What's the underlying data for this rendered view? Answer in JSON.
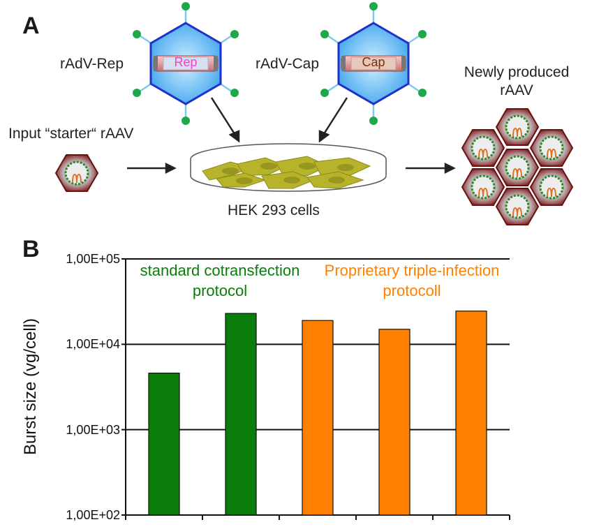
{
  "panels": {
    "a": "A",
    "b": "B"
  },
  "diagram": {
    "rep_vector_label": "rAdV-Rep",
    "rep_gene": "Rep",
    "cap_vector_label": "rAdV-Cap",
    "cap_gene": "Cap",
    "input_label": "Input “starter“ rAAV",
    "cells_label": "HEK 293 cells",
    "output_label_line1": "Newly produced",
    "output_label_line2": "rAAV"
  },
  "colors": {
    "green": "#0a7d0a",
    "orange": "#ff8000",
    "adv_blue": "#43a8ee",
    "adv_edge": "#1f31c8",
    "virion_edge": "#8b1a1a"
  },
  "chart_data": {
    "type": "bar",
    "ylabel": "Burst size (vg/cell)",
    "yscale": "log",
    "ylim": [
      100,
      100000
    ],
    "yticks": [
      "1,00E+05",
      "1,00E+04",
      "1,00E+03",
      "1,00E+02"
    ],
    "grid": true,
    "categories": [
      "",
      "",
      "",
      "",
      ""
    ],
    "values": [
      4600,
      23000,
      19000,
      15000,
      24500
    ],
    "bar_colors": [
      "#0a7d0a",
      "#0a7d0a",
      "#ff8000",
      "#ff8000",
      "#ff8000"
    ],
    "annotations": {
      "green_line1": "standard cotransfection",
      "green_line2": "protocol",
      "orange_line1": "Proprietary triple-infection",
      "orange_line2": "protocoll"
    }
  }
}
